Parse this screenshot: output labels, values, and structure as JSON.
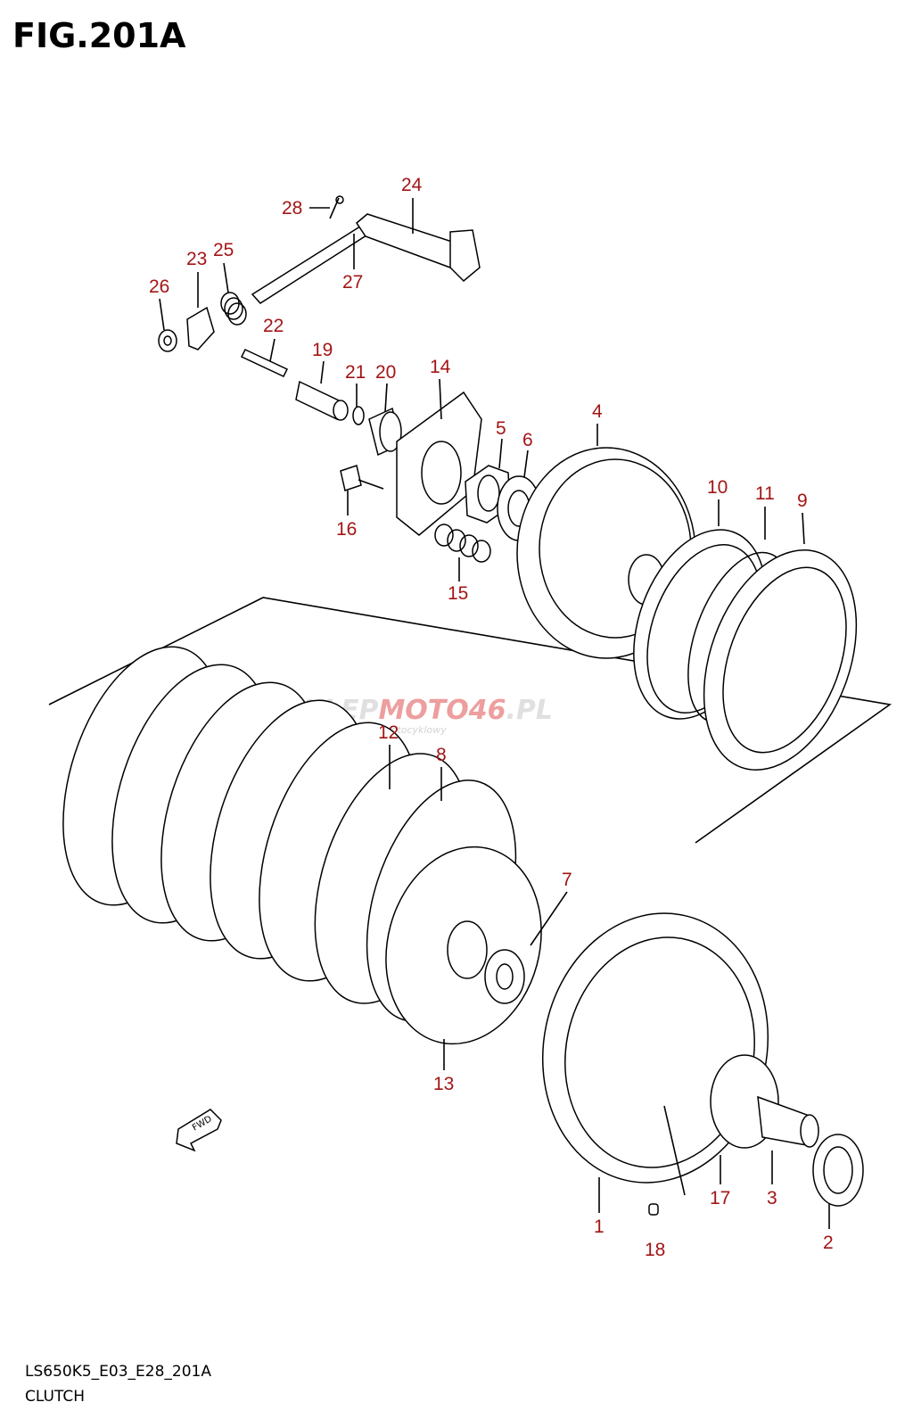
{
  "figure": {
    "title": "FIG.201A",
    "code": "LS650K5_E03_E28_201A",
    "name": "CLUTCH"
  },
  "fwd_label": "FWD",
  "watermark": {
    "brand_a": "SKLEP",
    "brand_b": "MOTO",
    "brand_c": "46",
    "brand_d": ".PL",
    "tagline": "Internetowy sklep motocyklowy"
  },
  "callouts": {
    "p1": "1",
    "p2": "2",
    "p3": "3",
    "p4": "4",
    "p5": "5",
    "p6": "6",
    "p7": "7",
    "p8": "8",
    "p9": "9",
    "p10": "10",
    "p11": "11",
    "p12": "12",
    "p13": "13",
    "p14": "14",
    "p15": "15",
    "p16": "16",
    "p17": "17",
    "p18": "18",
    "p19": "19",
    "p20": "20",
    "p21": "21",
    "p22": "22",
    "p23": "23",
    "p24": "24",
    "p25": "25",
    "p26": "26",
    "p27": "27",
    "p28": "28"
  },
  "colors": {
    "callout": "#a31515",
    "line": "#000000",
    "watermark_grey": "#c8c8c8",
    "watermark_red": "#e05050"
  }
}
